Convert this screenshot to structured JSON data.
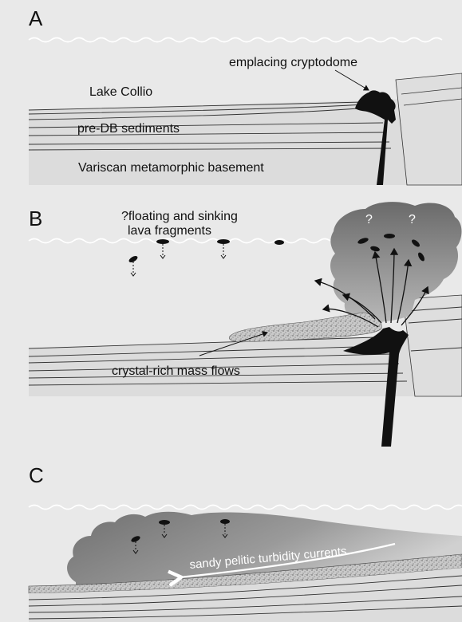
{
  "panels": {
    "a": {
      "letter": "A",
      "lake": "Lake Collio",
      "cryptodome": "emplacing cryptodome",
      "sediments": "pre-DB sediments",
      "basement": "Variscan metamorphic basement"
    },
    "b": {
      "letter": "B",
      "floating_line1": "?floating and sinking",
      "floating_line2": "lava fragments",
      "q1": "?",
      "q2": "?",
      "mass_flows": "crystal-rich mass flows"
    },
    "c": {
      "letter": "C",
      "turbidity": "sandy pelitic turbidity currents"
    }
  },
  "colors": {
    "background": "#e9e9e9",
    "strata_fill": "#d8d8d8",
    "basement_fill": "#dadada",
    "lava": "#111111",
    "cloud": "#7a7a7a",
    "speckle": "#b5b5b5"
  }
}
